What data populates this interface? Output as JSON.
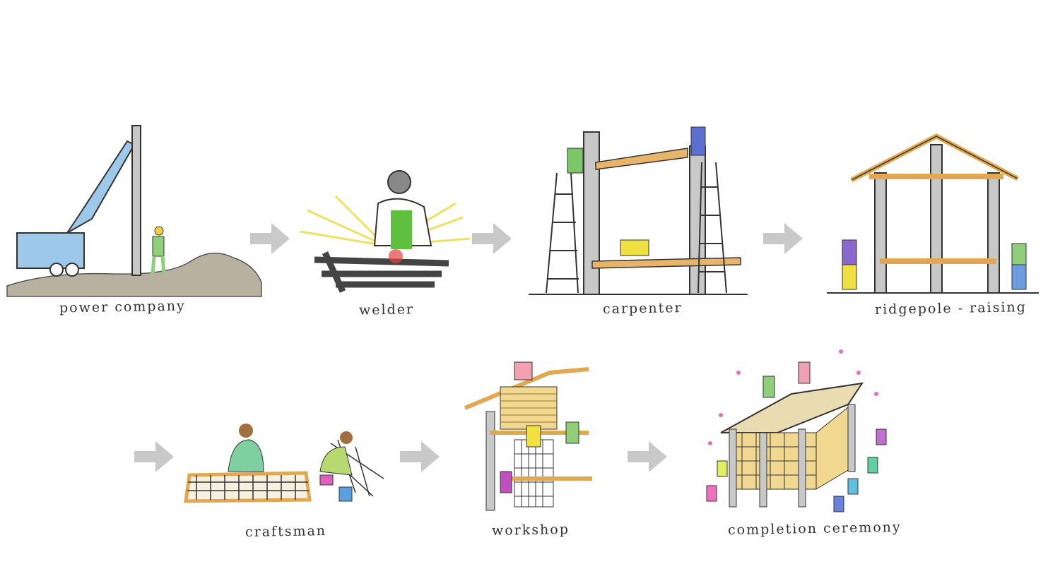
{
  "steps": [
    {
      "label": "power company"
    },
    {
      "label": "welder"
    },
    {
      "label": "carpenter"
    },
    {
      "label": "ridgepole - raising"
    },
    {
      "label": "craftsman"
    },
    {
      "label": "workshop"
    },
    {
      "label": "completion ceremony"
    }
  ],
  "colors": {
    "arrow": "#c9c9c9",
    "wood": "#e0a850",
    "pole": "#b8b8b8",
    "ink": "#333333"
  }
}
